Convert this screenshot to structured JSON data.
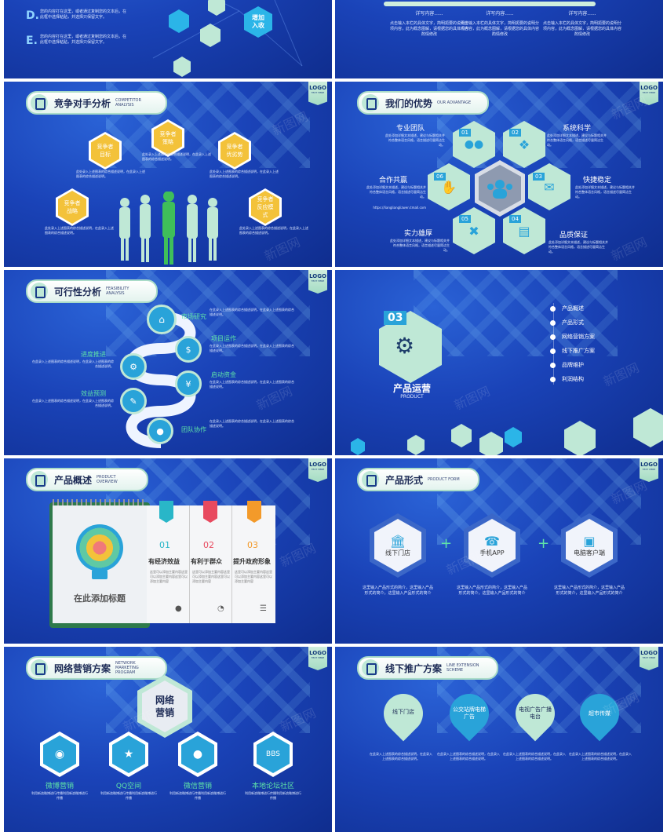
{
  "s1": {
    "items": [
      {
        "letter": "D.",
        "text": "您的内容打在这里，或者通过复制您的文本后，在此框中选择粘贴，并选择只保留文字。"
      },
      {
        "letter": "E.",
        "text": "您的内容打在这里，或者通过复制您的文本后，在此框中选择粘贴，并选择只保留文字。"
      }
    ],
    "btn": "增加入收"
  },
  "s2": {
    "labels": [
      "详写内容......",
      "详写内容......",
      "详写内容......"
    ],
    "texts": [
      "点击输入本栏的具体文字，简明扼要的说明分项内容，此为概念图解，请根据您的具体内容酌情修改",
      "点击输入本栏的具体文字，简明扼要的说明分项内容，此为概念图解，请根据您的具体内容酌情修改",
      "点击输入本栏的具体文字，简明扼要的说明分项内容，此为概念图解，请根据您的具体内容酌情修改"
    ]
  },
  "s3": {
    "title": "竞争对手分析",
    "sub": "COMPETITOR ANALYSIS",
    "hexes": [
      "竞争者目标",
      "竞争者策略",
      "竞争者优劣势",
      "竞争者战略",
      "竞争者反应模式"
    ],
    "desc": "此处录入上述图表的综合描述说明，在此录入上述图表的综合描述说明。"
  },
  "s4": {
    "title": "我们的优势",
    "sub": "OUR ADVANTAGE",
    "items": [
      {
        "n": "01",
        "t": "专业团队"
      },
      {
        "n": "02",
        "t": "系统科学"
      },
      {
        "n": "03",
        "t": "快捷稳定"
      },
      {
        "n": "04",
        "t": "品质保证"
      },
      {
        "n": "05",
        "t": "实力雄厚"
      },
      {
        "n": "06",
        "t": "合作共赢"
      }
    ],
    "desc": "此处添加详细文本描述，建议与标题相关并符合整体语言风格，语言描述尽量简洁生动。",
    "url": "https://lianglianglizwen.tmall.com"
  },
  "s5": {
    "title": "可行性分析",
    "sub": "FEASIBILITY ANALYSIS",
    "items": [
      "市场研究",
      "项目运作",
      "启动资金",
      "团队协作",
      "进度推进",
      "效益预测"
    ],
    "desc": "在此录入上述图表的综合描述说明，在此录入上述图表的综合描述说明。"
  },
  "s6": {
    "num": "03",
    "title": "产品运营",
    "sub": "PRODUCT",
    "list": [
      "产品概述",
      "产品形式",
      "网络营销方案",
      "线下推广方案",
      "品牌维护",
      "利润结构"
    ]
  },
  "s7": {
    "title": "产品概述",
    "sub": "PRODUCT OVERVIEW",
    "book": "在此添加标题",
    "cols": [
      {
        "n": "01",
        "t": "有经济效益"
      },
      {
        "n": "02",
        "t": "有利于群众"
      },
      {
        "n": "03",
        "t": "提升政府形象"
      }
    ],
    "desc": "这里可以添加主要内容这里可以添加主要内容这里可以添加主要内容"
  },
  "s8": {
    "title": "产品形式",
    "sub": "PRODUCT FORM",
    "items": [
      "线下门店",
      "手机APP",
      "电脑客户端"
    ],
    "desc": "这里输入产品形式的简介，这里输入产品形式的简介，这里输入产品形式的简介"
  },
  "s9": {
    "title": "网络营销方案",
    "sub": "NETWORK MARKETING PROGRAM",
    "center": "网络营销",
    "items": [
      "微博营销",
      "QQ空间",
      "微信营销",
      "本地论坛社区"
    ],
    "desc": "利用新浪微博进行传播利用新浪微博进行传播"
  },
  "s10": {
    "title": "线下推广方案",
    "sub": "LINE EXTENSION SCHEME",
    "pins": [
      "线下门店",
      "公交站牌电梯广告",
      "电视广告广播电台",
      "超市传媒"
    ],
    "desc": "在此录入上述图表的综合描述说明，在此录入上述图表的综合描述说明。"
  },
  "logo": {
    "top": "LOGO",
    "bottom": "TEXT HERE"
  },
  "wm": "新图网"
}
